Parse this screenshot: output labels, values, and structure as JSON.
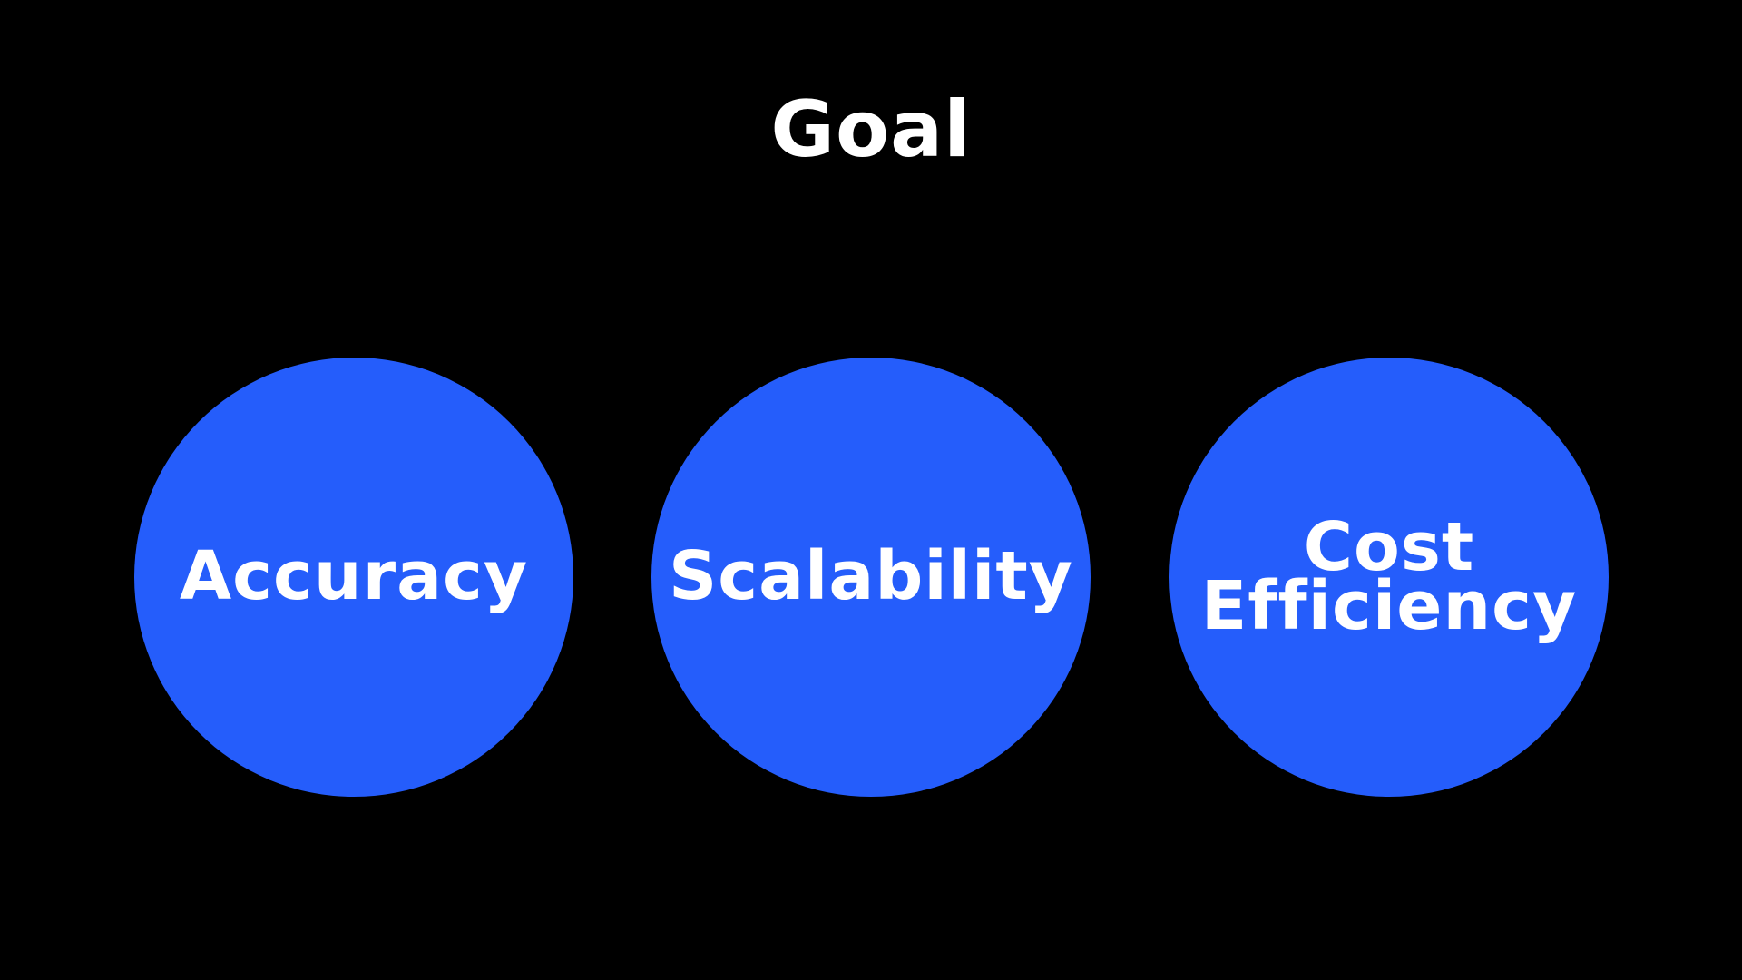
{
  "slide": {
    "title": "Goal",
    "background_color": "#000000",
    "text_color": "#ffffff",
    "circle_color": "#255dfb"
  },
  "goals": [
    {
      "label": "Accuracy"
    },
    {
      "label": "Scalability"
    },
    {
      "label": "Cost\nEfficiency"
    }
  ]
}
